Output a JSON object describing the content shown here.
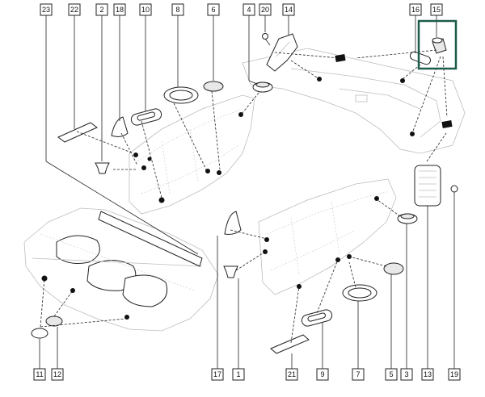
{
  "diagram": {
    "highlight_color": "#1c5a4a",
    "callouts": {
      "c23": "23",
      "c22": "22",
      "c2": "2",
      "c18": "18",
      "c10": "10",
      "c8": "8",
      "c6": "6",
      "c4": "4",
      "c20": "20",
      "c14": "14",
      "c16": "16",
      "c15": "15",
      "c11": "11",
      "c12": "12",
      "c17": "17",
      "c1": "1",
      "c21": "21",
      "c9": "9",
      "c7": "7",
      "c5": "5",
      "c3": "3",
      "c13": "13",
      "c19": "19"
    },
    "highlighted_callout": "15"
  }
}
